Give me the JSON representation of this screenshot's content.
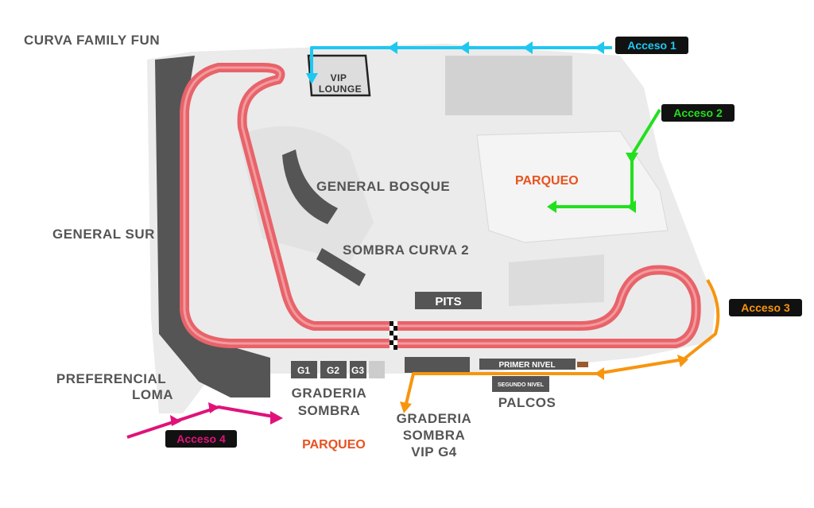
{
  "map": {
    "zones": {
      "curva_family_fun": "CURVA FAMILY FUN",
      "vip_lounge_1": "VIP",
      "vip_lounge_2": "LOUNGE",
      "general_bosque": "GENERAL BOSQUE",
      "parqueo_north": "PARQUEO",
      "general_sur": "GENERAL SUR",
      "sombra_curva_2": "SOMBRA CURVA 2",
      "pits": "PITS",
      "preferencial_loma_1": "PREFERENCIAL",
      "preferencial_loma_2": "LOMA",
      "g1": "G1",
      "g2": "G2",
      "g3": "G3",
      "graderia_sombra_1": "GRADERIA",
      "graderia_sombra_2": "SOMBRA",
      "parqueo_south": "PARQUEO",
      "graderia_vip_1": "GRADERIA",
      "graderia_vip_2": "SOMBRA",
      "graderia_vip_3": "VIP G4",
      "primer_nivel": "PRIMER NIVEL",
      "segundo_nivel": "SEGUNDO NIVEL",
      "palcos": "PALCOS"
    },
    "accesses": [
      {
        "label": "Acceso  1",
        "color": "#1ec8f0"
      },
      {
        "label": "Acceso 2",
        "color": "#22e01e"
      },
      {
        "label": "Acceso 3",
        "color": "#f7950f"
      },
      {
        "label": "Acceso 4",
        "color": "#e0127a"
      }
    ],
    "colors": {
      "track": "#e8636a",
      "stands": "#555555",
      "ground": "#ebebeb",
      "parking_text": "#e8521e"
    }
  }
}
